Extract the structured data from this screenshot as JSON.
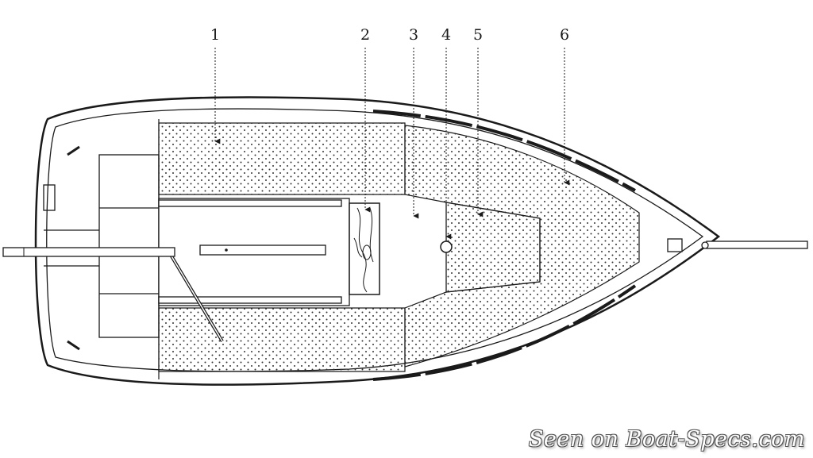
{
  "callouts": [
    {
      "label": "1"
    },
    {
      "label": "2"
    },
    {
      "label": "3"
    },
    {
      "label": "4"
    },
    {
      "label": "5"
    },
    {
      "label": "6"
    }
  ],
  "watermark": "Seen on Boat-Specs.com",
  "colors": {
    "line": "#1a1a1a",
    "stipple": "#333333",
    "background": "#ffffff"
  }
}
